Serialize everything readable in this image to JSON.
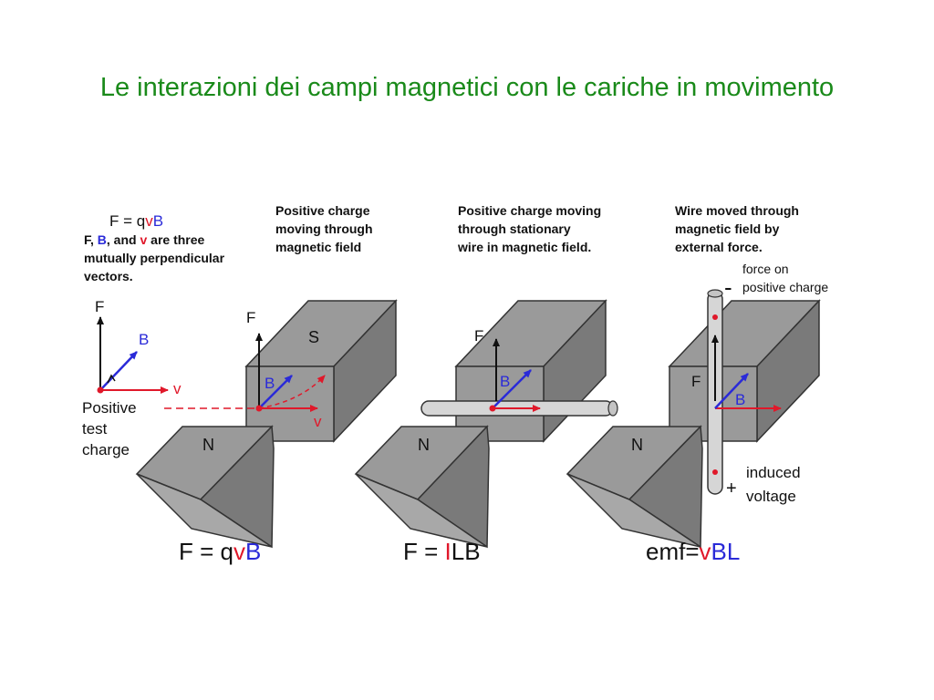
{
  "title": "Le interazioni dei campi magnetici con le cariche in movimento",
  "colors": {
    "title": "#1a8a1a",
    "magnet": "#9a9a9a",
    "magnet_dark": "#7a7a7a",
    "magnet_light": "#b5b5b5",
    "red": "#e0182a",
    "blue": "#2a2ad8",
    "wire": "#d6d6d6"
  },
  "legend": {
    "formula": [
      "F = q",
      "v",
      "B"
    ],
    "line1": [
      "F, ",
      "B",
      ", and  ",
      "v",
      " are three"
    ],
    "line2": "mutually perpendicular",
    "line3": "vectors.",
    "axis_f": "F",
    "axis_b": "B",
    "axis_v": "v",
    "charge_lines": [
      "Positive",
      "test",
      "charge"
    ]
  },
  "panels": [
    {
      "caption": [
        "Positive charge",
        "moving through",
        "magnetic field"
      ],
      "pole_s": "S",
      "pole_n": "N",
      "labels": {
        "f": "F",
        "b": "B",
        "v": "v"
      },
      "equation": [
        "F = q",
        "v",
        "B"
      ]
    },
    {
      "caption": [
        "Positive charge moving",
        "through stationary",
        "wire in magnetic field."
      ],
      "pole_n": "N",
      "labels": {
        "f": "F",
        "b": "B"
      },
      "equation": [
        "F = ",
        "I",
        "LB"
      ]
    },
    {
      "caption": [
        "Wire moved through",
        "magnetic field by",
        "external force."
      ],
      "pole_n": "N",
      "labels": {
        "f": "F",
        "b": "B"
      },
      "minus": "-",
      "plus": "+",
      "force_note": [
        "force on",
        "positive charge"
      ],
      "voltage_note": [
        "induced",
        "voltage"
      ],
      "equation": [
        "emf=",
        "v",
        "BL"
      ]
    }
  ]
}
